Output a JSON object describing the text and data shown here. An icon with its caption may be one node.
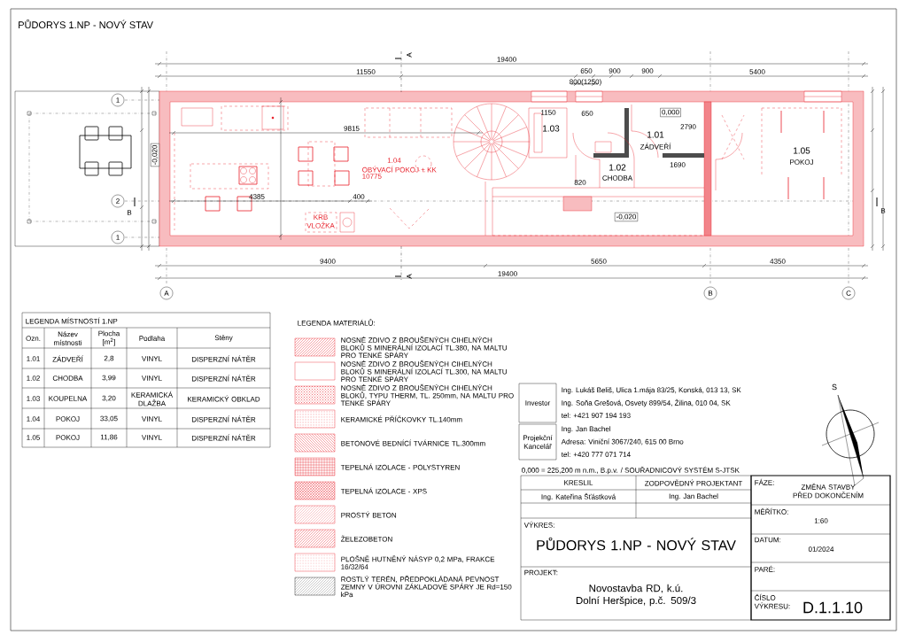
{
  "diagram": {
    "title": "PŮDORYS 1.NP - NOVÝ STAV",
    "nodes": [
      {
        "text": [
          "Investor"
        ],
        "beside": [
          "Ing. Lukáš Beliš, Ulica 1.mája 83/25, Konská, 013 13, SK",
          "Ing. Soňa Grešová, Osvety 899/54, Žilina, 010 04, SK",
          "tel: +421 907 194 193"
        ]
      },
      {
        "text": [
          "Projekční Kancelář"
        ],
        "beside": [
          "Ing. Jan Bachel",
          "Adresa: Viniční 3067/240, 615 00 Brno",
          "tel: +420 777 071 714"
        ]
      },
      {
        "text": [
          "A"
        ]
      },
      {
        "text": [
          "B"
        ]
      },
      {
        "text": [
          "C"
        ]
      },
      {
        "text": [
          "1"
        ]
      },
      {
        "text": [
          "2"
        ]
      },
      {
        "text": [
          "1"
        ]
      },
      {
        "text": [
          "0,000"
        ]
      },
      {
        "text": [
          "-0,020"
        ]
      },
      {
        "text": [
          "-0,020"
        ]
      }
    ],
    "labels": [
      "1.04",
      "OBÝVACÍ POKOJ + KK",
      "10775",
      "KRB VLOŽKA",
      "1.03",
      "1.02",
      "CHODBA",
      "1.01",
      "ZÁDVEŘÍ",
      "1.05",
      "POKOJ",
      "19400",
      "11550",
      "650",
      "900",
      "900",
      "800(1250)",
      "5400",
      "9815",
      "4385",
      "400",
      "1150",
      "650",
      "2790",
      "1690",
      "820",
      "9400",
      "5650",
      "4350",
      "19400",
      "A",
      "A",
      "B",
      "B",
      "LEGENDA MÍSTNOSTÍ 1.NP",
      "Ozn.",
      "Název místnosti",
      "Plocha [m$^{2}$]",
      "Podlaha",
      "Stěny",
      "1.01",
      "ZÁDVEŘÍ",
      "2,8",
      "VINYL",
      "DISPERZNÍ NÁTĚR",
      "1.02",
      "CHODBA",
      "3,99",
      "VINYL",
      "DISPERZNÍ NÁTĚR",
      "1.03",
      "KOUPELNA",
      "3,20",
      "KERAMICKÁ DLAŽBA",
      "KERAMICKÝ OBKLAD",
      "1.04",
      "POKOJ",
      "33,05",
      "VINYL",
      "DISPERZNÍ NÁTĚR",
      "1.05",
      "POKOJ",
      "11,86",
      "VINYL",
      "DISPERZNÍ NÁTĚR",
      "LEGENDA MATERIÁLŮ:",
      "0,000 = 225,200 m n.m., B.p.v. / SOUŘADNICOVÝ SYSTÉM S-JTSK",
      "KRESLIL",
      "ZODPOVĚDNÝ PROJEKTANT",
      "Ing. Kateřina Šťástková",
      "Ing. Jan Bachel",
      "FÁZE:",
      "ZMĚNA STAVBY PŘED DOKONČENÍM",
      "MĚŘÍTKO:",
      "1:60",
      "VÝKRES:",
      "PŮDORYS 1.NP - NOVÝ STAV",
      "DATUM:",
      "01/2024",
      "PARÉ:",
      "PROJEKT:",
      "Novostavba RD, k.ú. Dolní Heršpice, p.č. 509/3",
      "ČÍSLO VÝKRESU:",
      "D.1.1.10",
      "S"
    ],
    "legend": [
      {
        "text": "NOSNÉ ZDIVO Z BROUŠENÝCH CIHELNÝCH BLOKŮ S MINERÁLNÍ IZOLACÍ TL.380, NA MALTU PRO TENKÉ SPÁRY"
      },
      {
        "text": "NOSNÉ ZDIVO Z BROUŠENÝCH CIHELNÝCH BLOKŮ S MINERÁLNÍ IZOLACÍ TL.300, NA MALTU PRO TENKÉ SPÁRY"
      },
      {
        "text": "NOSNÉ ZDIVO Z BROUŠENÝCH CIHELNÝCH BLOKŮ, TYPU THERM, TL. 250mm, NA MALTU PRO TENKÉ SPÁRY"
      },
      {
        "text": "KERAMICKÉ PŘÍČKOVKY TL.140mm"
      },
      {
        "text": "BETONOVÉ BEDNÍCÍ TVÁRNICE TL.300mm"
      },
      {
        "text": "TEPELNÁ IZOLACE - POLYSTYREN"
      },
      {
        "text": "TEPELNÁ IZOLACE - XPS"
      },
      {
        "text": "PROSTÝ BETON"
      },
      {
        "text": "ŽELEZOBETON"
      },
      {
        "text": "PLOŠNĚ HUTNĚNÝ NÁSYP 0,2 MPa, FRAKCE 16/32/64"
      },
      {
        "text": "ROSTLÝ TERÉN, PŘEDPOKLÁDANÁ PEVNOST ZEMNY V ÚROVNI ZÁKLADOVÉ SPÁRY JE Rd=150 kPa"
      }
    ]
  }
}
